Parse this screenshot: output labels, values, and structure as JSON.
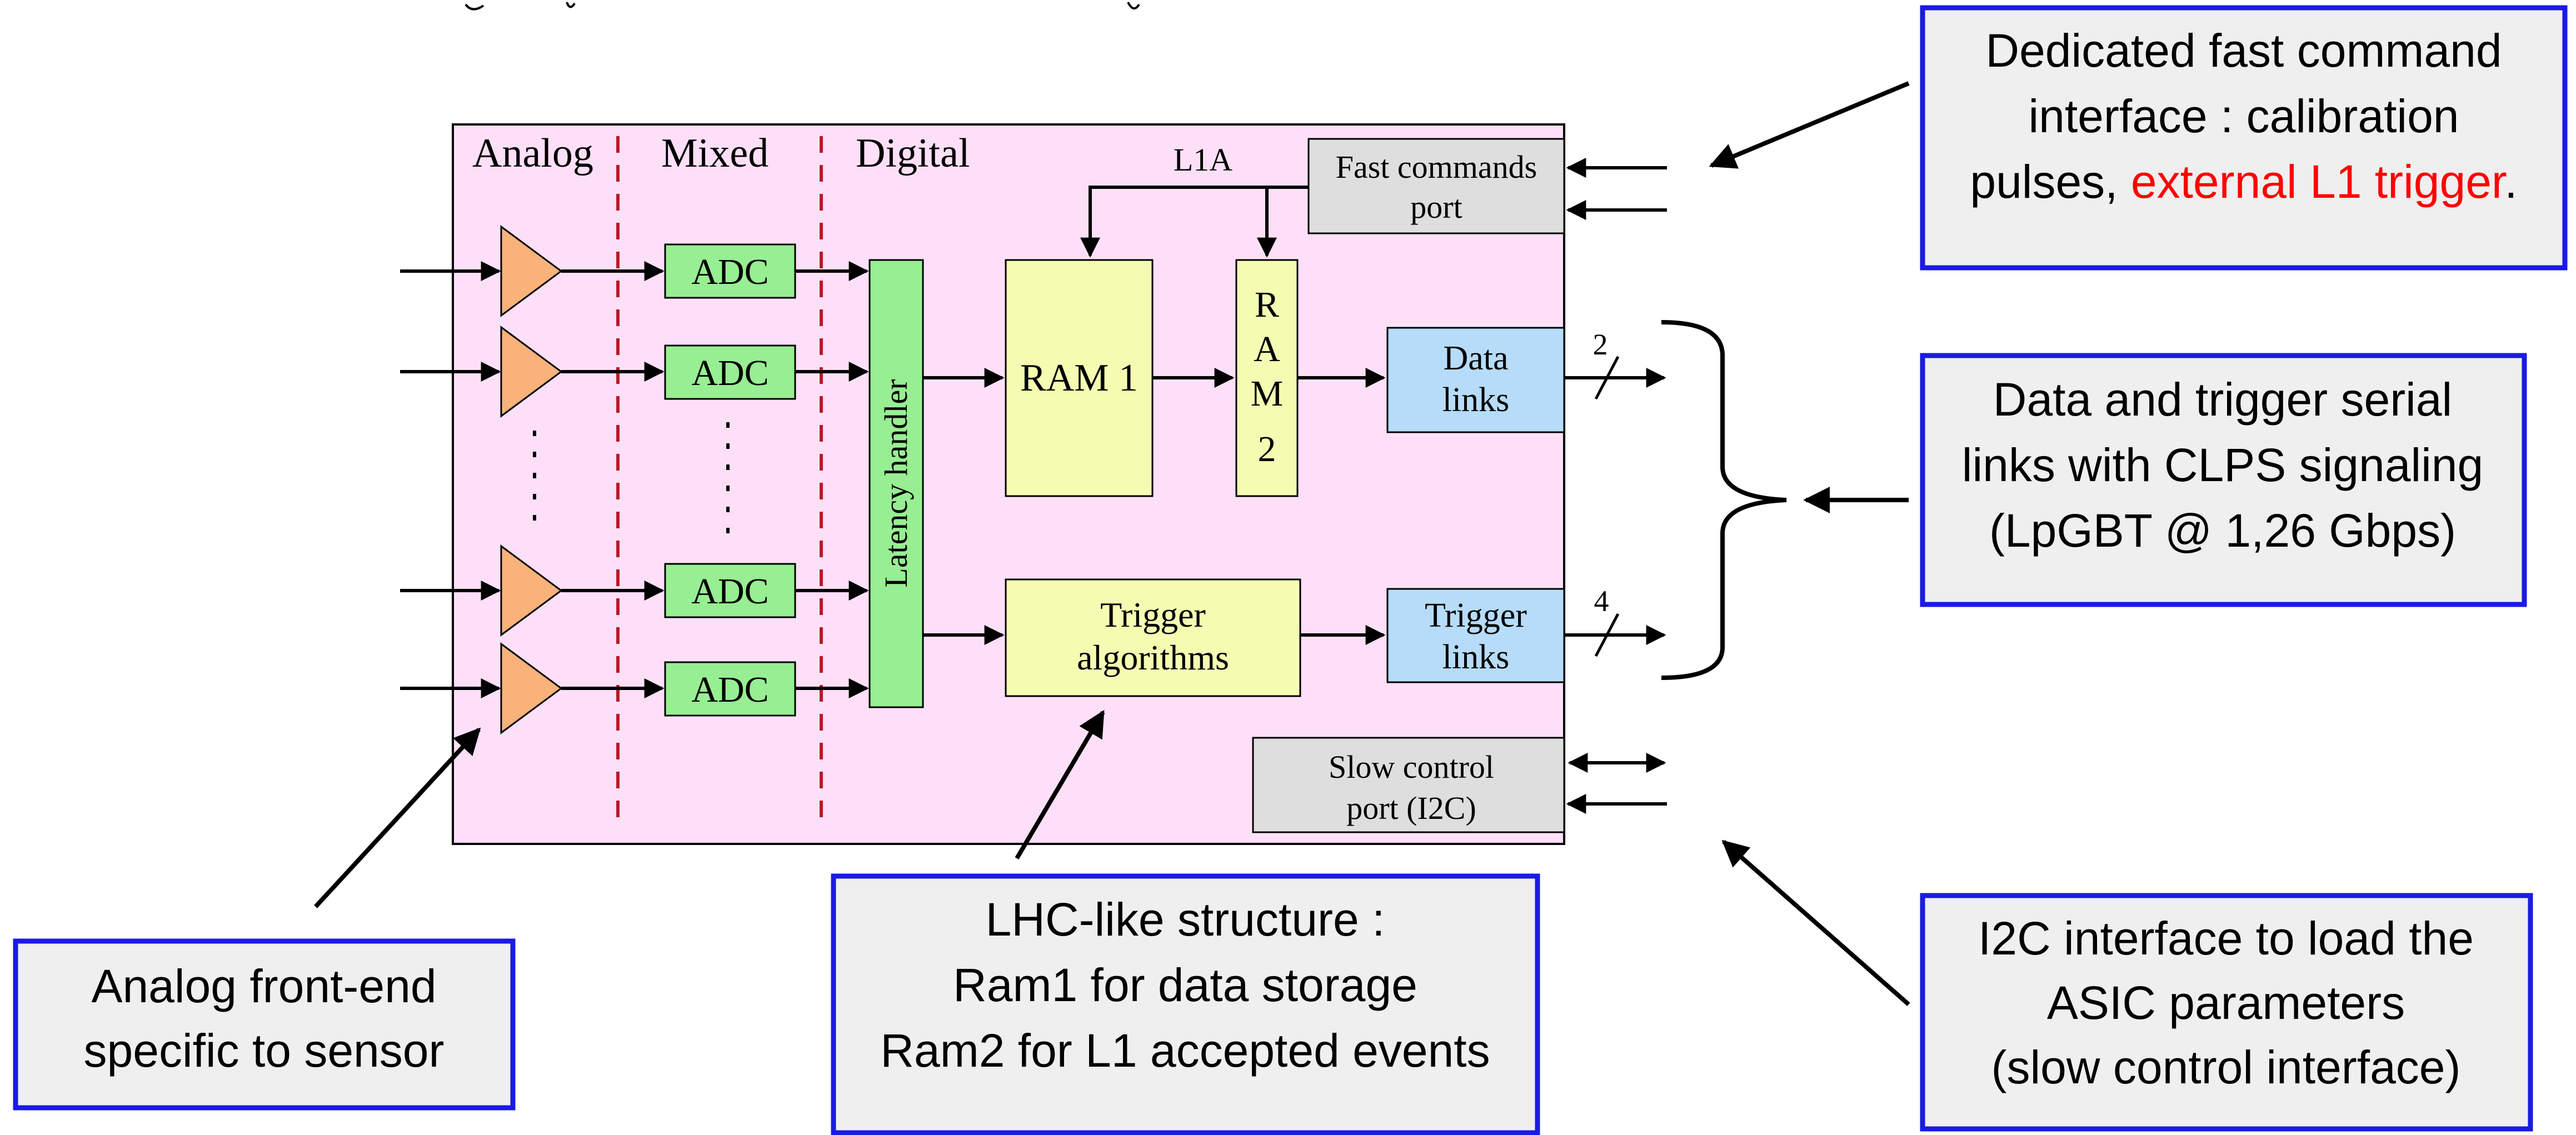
{
  "zones": {
    "analog": "Analog",
    "mixed": "Mixed",
    "digital": "Digital"
  },
  "blocks": {
    "adc": "ADC",
    "latency_handler": "Latency handler",
    "ram1": "RAM 1",
    "ram2": [
      "R",
      "A",
      "M",
      "2"
    ],
    "trigger_algorithms": [
      "Trigger",
      "algorithms"
    ],
    "data_links": [
      "Data",
      "links"
    ],
    "trigger_links": [
      "Trigger",
      "links"
    ],
    "fast_commands_port": [
      "Fast commands",
      "port"
    ],
    "slow_control_port": [
      "Slow control",
      "port  (I2C)"
    ]
  },
  "signals": {
    "l1a": "L1A",
    "data_links_width": "2",
    "trigger_links_width": "4"
  },
  "callouts": {
    "fast_command": {
      "lines": [
        "Dedicated fast command",
        "interface : calibration"
      ],
      "line3_prefix": "pulses, ",
      "line3_highlight": "external L1 trigger",
      "line3_suffix": "."
    },
    "serial_links": {
      "lines": [
        "Data and trigger serial",
        "links with CLPS signaling",
        "(LpGBT @ 1,26 Gbps)"
      ]
    },
    "i2c": {
      "lines": [
        "I2C interface to load the",
        "ASIC parameters",
        "(slow control interface)"
      ]
    },
    "lhc": {
      "lines": [
        "LHC-like structure :",
        "Ram1 for data storage",
        "Ram2 for L1 accepted events"
      ]
    },
    "analog_fe": {
      "lines": [
        "Analog front-end",
        "specific to sensor"
      ]
    }
  },
  "colors": {
    "asic_background": "#fde0f8",
    "amplifier": "#f9b27a",
    "adc_block": "#98ee92",
    "ram_block": "#f5fcb2",
    "link_block": "#b6dcf9",
    "port_block": "#dedede",
    "callout_border": "#1a1ae6",
    "callout_fill": "#efefef",
    "zone_divider": "#b81a2a",
    "highlight_text": "#ff0000"
  }
}
